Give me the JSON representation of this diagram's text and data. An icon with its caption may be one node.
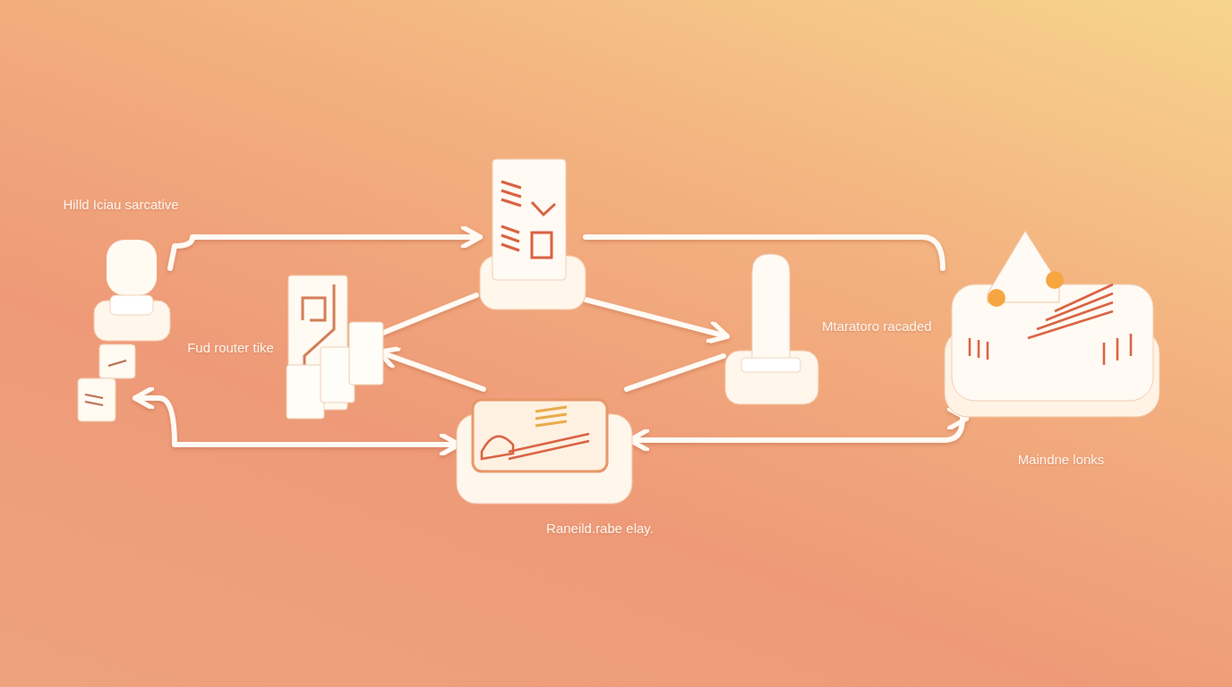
{
  "diagram": {
    "nodes": [
      {
        "text": [],
        "shape": "picture",
        "beside": [
          "Hilld Iciau sarcative"
        ]
      },
      {
        "text": [],
        "shape": "picture"
      },
      {
        "text": [],
        "shape": "picture",
        "beside": [
          "Fud router tike"
        ]
      },
      {
        "text": [],
        "shape": "picture"
      },
      {
        "text": [],
        "shape": "picture",
        "beside": [
          "Raneild.rabe elay."
        ]
      },
      {
        "text": [],
        "shape": "picture",
        "beside": [
          "Mtaratoro racaded"
        ]
      },
      {
        "text": [],
        "shape": "picture",
        "beside": [
          "Maindne lonks"
        ]
      }
    ],
    "edges": [
      {
        "from": 0,
        "to": 3,
        "arrow": "to"
      },
      {
        "from": 3,
        "to": 6,
        "arrow": "none"
      },
      {
        "from": 1,
        "to": 4,
        "arrow": "both"
      },
      {
        "from": 4,
        "to": 6,
        "arrow": "both"
      },
      {
        "from": 3,
        "to": 5,
        "arrow": "to"
      },
      {
        "from": 4,
        "to": 2,
        "arrow": "to"
      },
      {
        "from": 2,
        "to": 3,
        "arrow": "none"
      },
      {
        "from": 4,
        "to": 5,
        "arrow": "none"
      }
    ]
  }
}
